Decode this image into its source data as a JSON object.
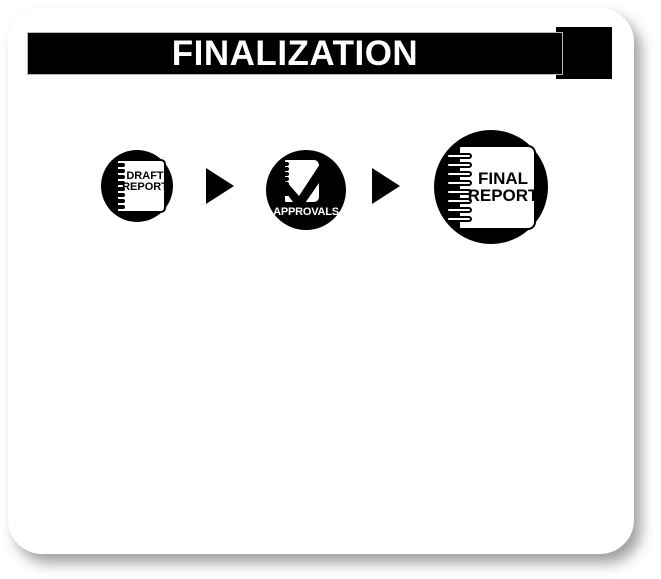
{
  "card": {
    "background_color": "#ffffff",
    "accent_color": "#000000"
  },
  "header": {
    "title": "FINALIZATION",
    "band_color": "#000000",
    "text_color": "#ffffff"
  },
  "flow": {
    "steps": [
      {
        "id": "draft-report",
        "label": "DRAFT\nREPORT",
        "icon": "spiral-notebook-icon",
        "caption": ""
      },
      {
        "id": "approvals",
        "label": "",
        "icon": "checklist-notebook-icon",
        "caption": "APPROVALS"
      },
      {
        "id": "final-report",
        "label": "FINAL\nREPORT",
        "icon": "spiral-notebook-icon",
        "caption": ""
      }
    ],
    "connectors": [
      {
        "id": "arrow-1",
        "icon": "arrow-right-icon"
      },
      {
        "id": "arrow-2",
        "icon": "arrow-right-icon"
      }
    ]
  }
}
